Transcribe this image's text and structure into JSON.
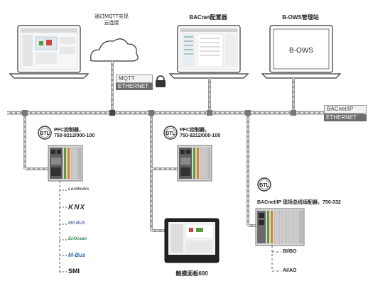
{
  "labels": {
    "mqtt_caption_line1": "通过MQTT实现",
    "mqtt_caption_line2": "云连接",
    "bacnet_config": "BACnet配置器",
    "bows_station": "B-OWS管理站",
    "bows_screen": "B-OWS",
    "mqtt": "MQTT",
    "ethernet_top": "ETHERNET",
    "bacnet_ip": "BACnet/IP",
    "ethernet_bus": "ETHERNET",
    "pfc1_line1": "PFC控制器，",
    "pfc1_line2": "750-8212/000-100",
    "pfc2_line1": "PFC控制器，",
    "pfc2_line2": "750-8212/000-100",
    "touch_panel": "触摸面板600",
    "fieldbus_adapter": "BACnet/IP 现场总线适配器，750-332",
    "bi_bo": "BI/BO",
    "ai_ao": "AI/AO",
    "btl": "BTL"
  },
  "protocols": [
    "LonWorks",
    "KNX",
    "MP-BUS",
    "EnOcean",
    "M-Bus",
    "SMI"
  ],
  "colors": {
    "bus": "#9a9a9a",
    "node": "#777777",
    "dark_node": "#444444",
    "device_green": "#5a9a3a",
    "device_orange": "#d9822b"
  }
}
